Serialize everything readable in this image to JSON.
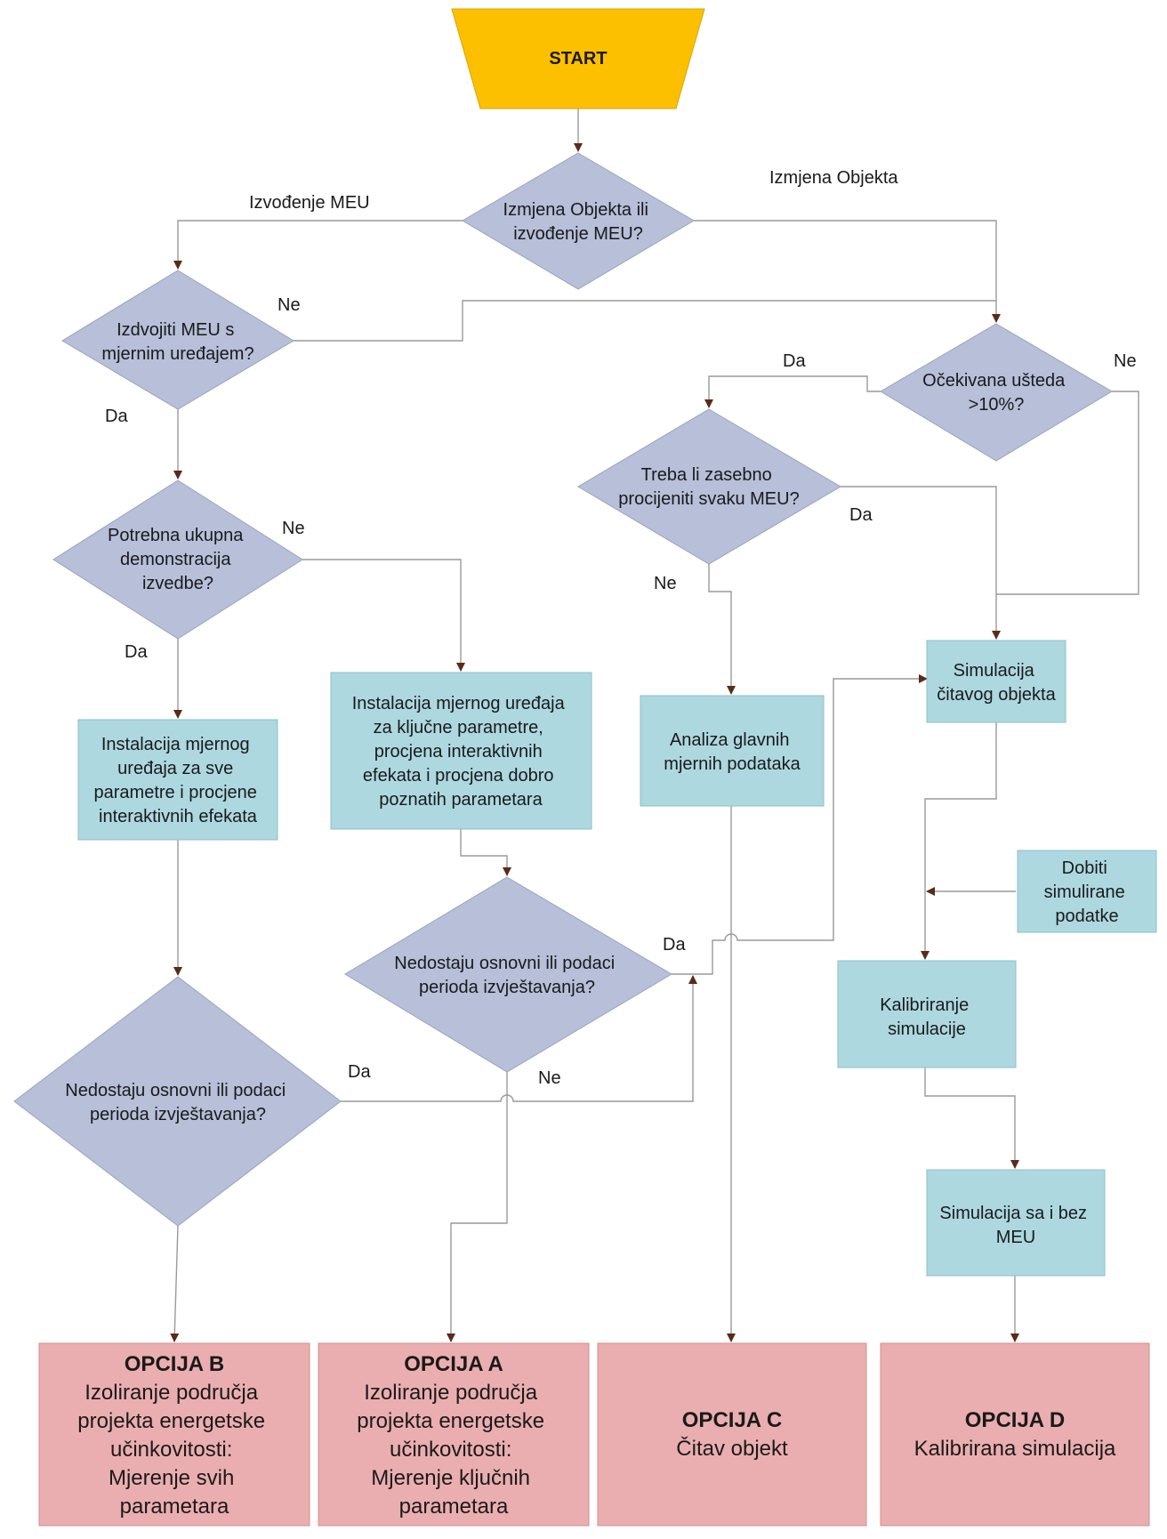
{
  "start": {
    "label": "START"
  },
  "decisions": {
    "d1": [
      "Izmjena Objekta ili",
      "izvođenje MEU?"
    ],
    "d2": [
      "Izdvojiti MEU s",
      "mjernim uređajem?"
    ],
    "d3": [
      "Očekivana ušteda",
      ">10%?"
    ],
    "d4": [
      "Treba li zasebno",
      "procijeniti svaku MEU?"
    ],
    "d5": [
      "Potrebna ukupna",
      "demonstracija",
      "izvedbe?"
    ],
    "d6": [
      "Nedostaju osnovni ili podaci",
      "perioda izvještavanja?"
    ],
    "d7": [
      "Nedostaju osnovni ili podaci",
      "perioda izvještavanja?"
    ]
  },
  "processes": {
    "p1": [
      "Instalacija mjernog",
      "uređaja za sve",
      "parametre i procjene",
      "interaktivnih efekata"
    ],
    "p2": [
      "Instalacija mjernog uređaja",
      "za ključne parametre,",
      "procjena interaktivnih",
      "efekata i procjena dobro",
      "poznatih parametara"
    ],
    "p3": [
      "Analiza glavnih",
      "mjernih podataka"
    ],
    "p4": [
      "Simulacija",
      "čitavog objekta"
    ],
    "p5": [
      "Dobiti",
      "simulirane",
      "podatke"
    ],
    "p6": [
      "Kalibriranje",
      "simulacije"
    ],
    "p7": [
      "Simulacija sa i bez",
      "MEU"
    ]
  },
  "options": {
    "b": {
      "title": "OPCIJA B",
      "lines": [
        "Izoliranje područja",
        "projekta energetske",
        "učinkovitosti:",
        "Mjerenje svih",
        "parametara"
      ]
    },
    "a": {
      "title": "OPCIJA A",
      "lines": [
        "Izoliranje područja",
        "projekta energetske",
        "učinkovitosti:",
        "Mjerenje ključnih",
        "parametara"
      ]
    },
    "c": {
      "title": "OPCIJA C",
      "lines": [
        "Čitav objekt"
      ]
    },
    "d": {
      "title": "OPCIJA D",
      "lines": [
        "Kalibrirana simulacija"
      ]
    }
  },
  "edge_labels": {
    "izvodenje_meu": "Izvođenje MEU",
    "izmjena_objekta": "Izmjena Objekta",
    "d2_ne": "Ne",
    "d2_da": "Da",
    "d3_da": "Da",
    "d3_ne": "Ne",
    "d4_da": "Da",
    "d4_ne": "Ne",
    "d5_ne": "Ne",
    "d5_da": "Da",
    "d6_da": "Da",
    "d6_ne": "Ne",
    "d7_da": "Da",
    "d7_ne": "Ne"
  },
  "colors": {
    "start": "#fdc000",
    "decision": "#b7bfd9",
    "process": "#add8e0",
    "option": "#ebaeb0",
    "arrow": "#5a2a1a"
  }
}
